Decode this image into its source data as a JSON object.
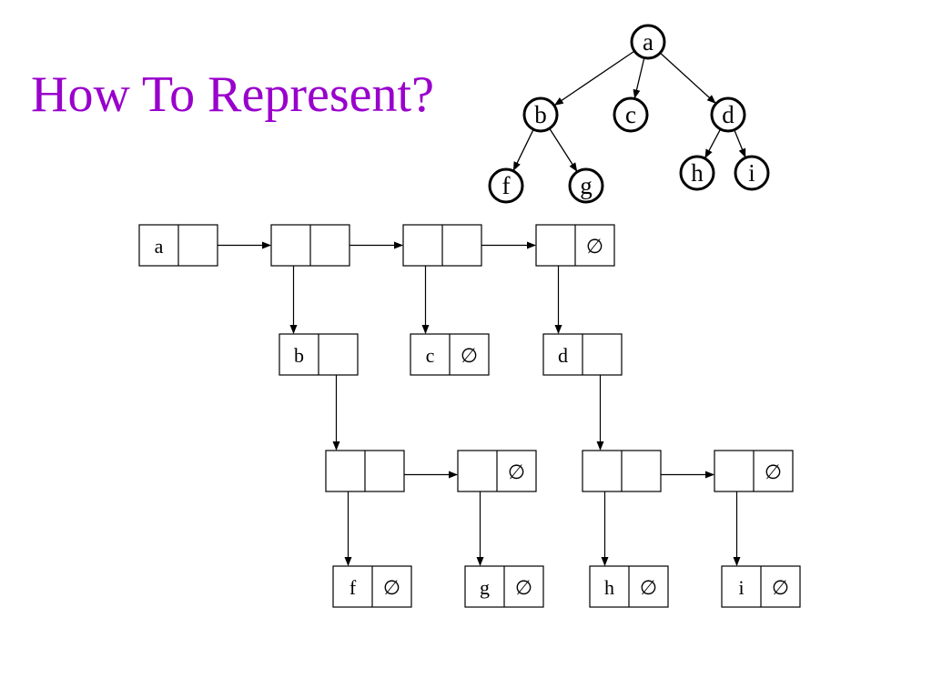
{
  "slide": {
    "title": "How To Represent?",
    "title_color": "#9900CC"
  },
  "tree": {
    "nodes": [
      {
        "id": "a",
        "label": "a"
      },
      {
        "id": "b",
        "label": "b"
      },
      {
        "id": "c",
        "label": "c"
      },
      {
        "id": "d",
        "label": "d"
      },
      {
        "id": "f",
        "label": "f"
      },
      {
        "id": "g",
        "label": "g"
      },
      {
        "id": "h",
        "label": "h"
      },
      {
        "id": "i",
        "label": "i"
      }
    ],
    "edges": [
      {
        "from": "a",
        "to": "b"
      },
      {
        "from": "a",
        "to": "c"
      },
      {
        "from": "a",
        "to": "d"
      },
      {
        "from": "b",
        "to": "f"
      },
      {
        "from": "b",
        "to": "g"
      },
      {
        "from": "d",
        "to": "h"
      },
      {
        "from": "d",
        "to": "i"
      }
    ]
  },
  "list_representation": {
    "null_symbol": "∅",
    "cells": [
      {
        "id": "a",
        "left": "a",
        "right": ""
      },
      {
        "id": "r1",
        "left": "",
        "right": ""
      },
      {
        "id": "r2",
        "left": "",
        "right": ""
      },
      {
        "id": "r3",
        "left": "",
        "right": "∅"
      },
      {
        "id": "b",
        "left": "b",
        "right": ""
      },
      {
        "id": "c",
        "left": "c",
        "right": "∅"
      },
      {
        "id": "d",
        "left": "d",
        "right": ""
      },
      {
        "id": "bl1",
        "left": "",
        "right": ""
      },
      {
        "id": "bl2",
        "left": "",
        "right": "∅"
      },
      {
        "id": "dl1",
        "left": "",
        "right": ""
      },
      {
        "id": "dl2",
        "left": "",
        "right": "∅"
      },
      {
        "id": "f",
        "left": "f",
        "right": "∅"
      },
      {
        "id": "g",
        "left": "g",
        "right": "∅"
      },
      {
        "id": "h",
        "left": "h",
        "right": "∅"
      },
      {
        "id": "i",
        "left": "i",
        "right": "∅"
      }
    ],
    "pointers": [
      {
        "from": "a",
        "to": "r1",
        "slot": "right"
      },
      {
        "from": "r1",
        "to": "r2",
        "slot": "right"
      },
      {
        "from": "r2",
        "to": "r3",
        "slot": "right"
      },
      {
        "from": "r1",
        "to": "b",
        "slot": "left"
      },
      {
        "from": "r2",
        "to": "c",
        "slot": "left"
      },
      {
        "from": "r3",
        "to": "d",
        "slot": "left"
      },
      {
        "from": "b",
        "to": "bl1",
        "slot": "right"
      },
      {
        "from": "d",
        "to": "dl1",
        "slot": "right"
      },
      {
        "from": "bl1",
        "to": "bl2",
        "slot": "right"
      },
      {
        "from": "dl1",
        "to": "dl2",
        "slot": "right"
      },
      {
        "from": "bl1",
        "to": "f",
        "slot": "left"
      },
      {
        "from": "bl2",
        "to": "g",
        "slot": "left"
      },
      {
        "from": "dl1",
        "to": "h",
        "slot": "left"
      },
      {
        "from": "dl2",
        "to": "i",
        "slot": "left"
      }
    ]
  }
}
